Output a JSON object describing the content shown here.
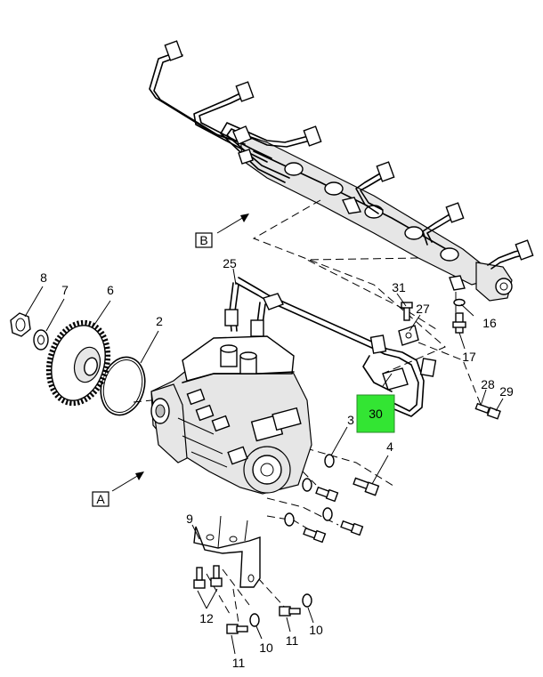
{
  "callouts": {
    "c2": "2",
    "c3": "3",
    "c4": "4",
    "c6": "6",
    "c7": "7",
    "c8": "8",
    "c9": "9",
    "c10a": "10",
    "c10b": "10",
    "c11a": "11",
    "c11b": "11",
    "c12": "12",
    "c16": "16",
    "c17": "17",
    "c25": "25",
    "c27": "27",
    "c28": "28",
    "c29": "29",
    "c30": "30",
    "c31": "31"
  },
  "views": {
    "a": "A",
    "b": "B"
  },
  "highlight": {
    "color": "#33e533",
    "part": "30"
  }
}
